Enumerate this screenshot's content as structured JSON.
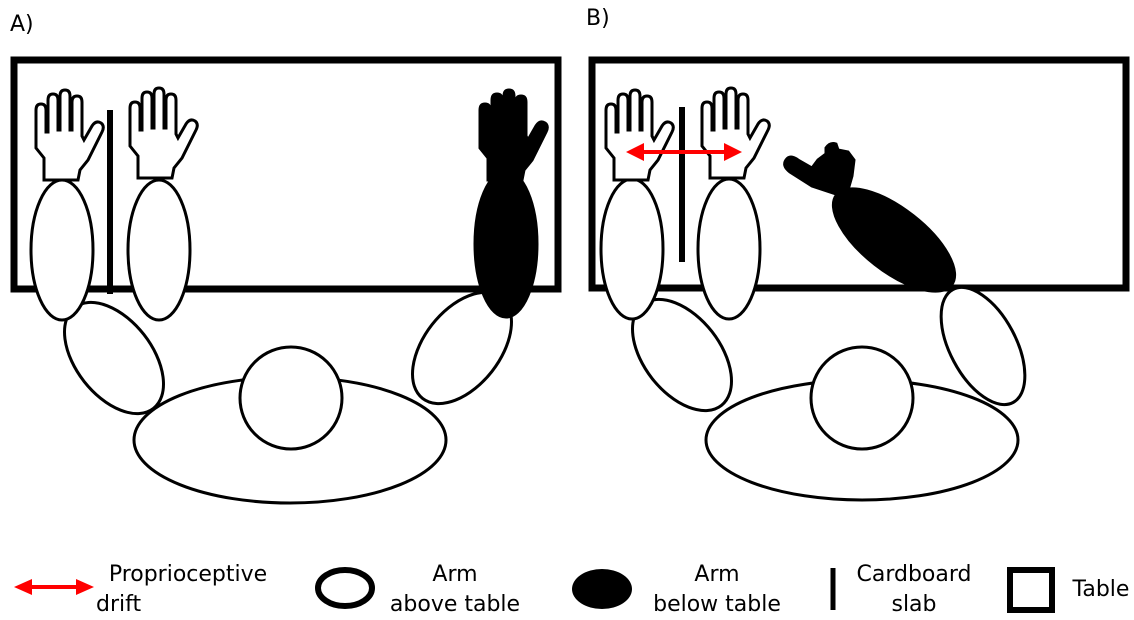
{
  "panels": {
    "a_label": "A)",
    "b_label": "B)"
  },
  "legend": {
    "drift_line1": "Proprioceptive",
    "drift_line2": "drift",
    "arm_above_line1": "Arm",
    "arm_above_line2": "above table",
    "arm_below_line1": "Arm",
    "arm_below_line2": "below table",
    "slab_line1": "Cardboard",
    "slab_line2": "slab",
    "table": "Table"
  },
  "colors": {
    "drift_arrow": "#ff0000",
    "arm_below": "#000000",
    "arm_above": "#ffffff",
    "outline": "#000000"
  }
}
